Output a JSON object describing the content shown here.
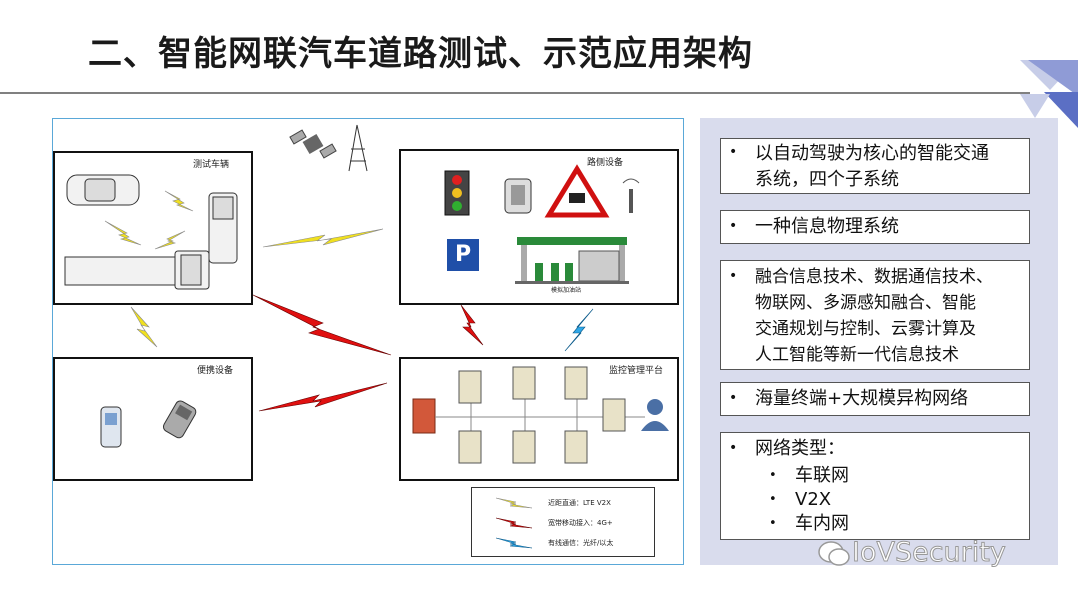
{
  "title": "二、智能网联汽车道路测试、示范应用架构",
  "diagram": {
    "boxes": {
      "test_vehicle": "测试车辆",
      "roadside": "路侧设备",
      "portable": "便携设备",
      "monitor": "监控管理平台"
    },
    "gas_station_label": "模拟加油站",
    "parking_sign": "P",
    "legend": [
      {
        "label": "近距直通：LTE V2X",
        "color": "#f0e020"
      },
      {
        "label": "宽带移动接入：4G+",
        "color": "#e01010"
      },
      {
        "label": "有线通信：光纤/以太",
        "color": "#30a8e8"
      }
    ]
  },
  "panel": {
    "cards": [
      {
        "text": "以自动驾驶为核心的智能交通\n系统，四个子系统"
      },
      {
        "text": "一种信息物理系统"
      },
      {
        "text": "融合信息技术、数据通信技术、\n物联网、多源感知融合、智能\n交通规划与控制、云雾计算及\n人工智能等新一代信息技术"
      },
      {
        "text": "海量终端+大规模异构网络"
      },
      {
        "text": "网络类型：",
        "subitems": [
          "车联网",
          "V2X",
          "车内网"
        ]
      }
    ],
    "bullet": "•"
  },
  "watermark": "IoVSecurity",
  "colors": {
    "panel_bg": "#d9dced",
    "diagram_border": "#5aa8d8",
    "corner_blue": "#5b6fc4"
  }
}
